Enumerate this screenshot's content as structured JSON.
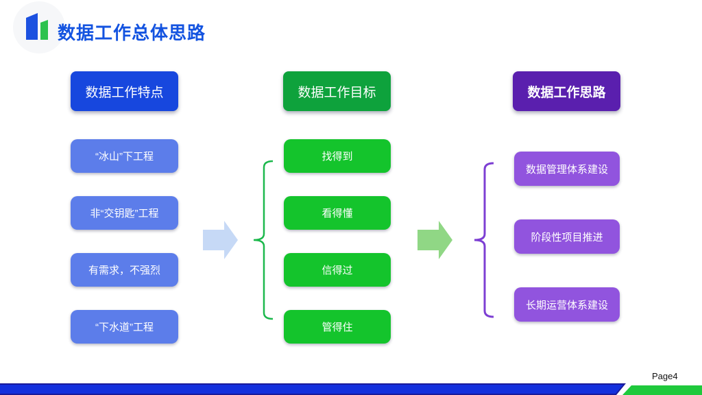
{
  "slide": {
    "title": "数据工作总体思路",
    "page_label": "Page4"
  },
  "columns": [
    {
      "header": "数据工作特点",
      "items": [
        "“冰山”下工程",
        "非“交钥匙”工程",
        "有需求，不强烈",
        "“下水道”工程"
      ]
    },
    {
      "header": "数据工作目标",
      "items": [
        "找得到",
        "看得懂",
        "信得过",
        "管得住"
      ]
    },
    {
      "header": "数据工作思路",
      "items": [
        "数据管理体系建设",
        "阶段性项目推进",
        "长期运营体系建设"
      ]
    }
  ],
  "icons": {
    "logo": "bar-chart-logo",
    "arrow_1": "right-arrow",
    "arrow_2": "right-arrow",
    "brace_goals": "left-curly-brace",
    "brace_approach": "left-curly-brace"
  },
  "colors": {
    "title_blue": "#1353e0",
    "col1_header_bg": "#1747de",
    "col1_item_bg": "#5c7dea",
    "col2_header_bg": "#0ea23c",
    "col2_item_bg": "#14c42c",
    "col3_header_bg": "#5a1fae",
    "col3_item_bg": "#9154de",
    "arrow_light_blue": "#c6d9f6",
    "arrow_green": "#90d785",
    "brace_green": "#1cb84c",
    "brace_purple": "#7d3fd3",
    "footer_blue": "#1430dd",
    "footer_navy": "#1a1a99",
    "footer_green": "#1fc93c",
    "logo_blue": "#1c51e0",
    "logo_green": "#2cc24e"
  }
}
